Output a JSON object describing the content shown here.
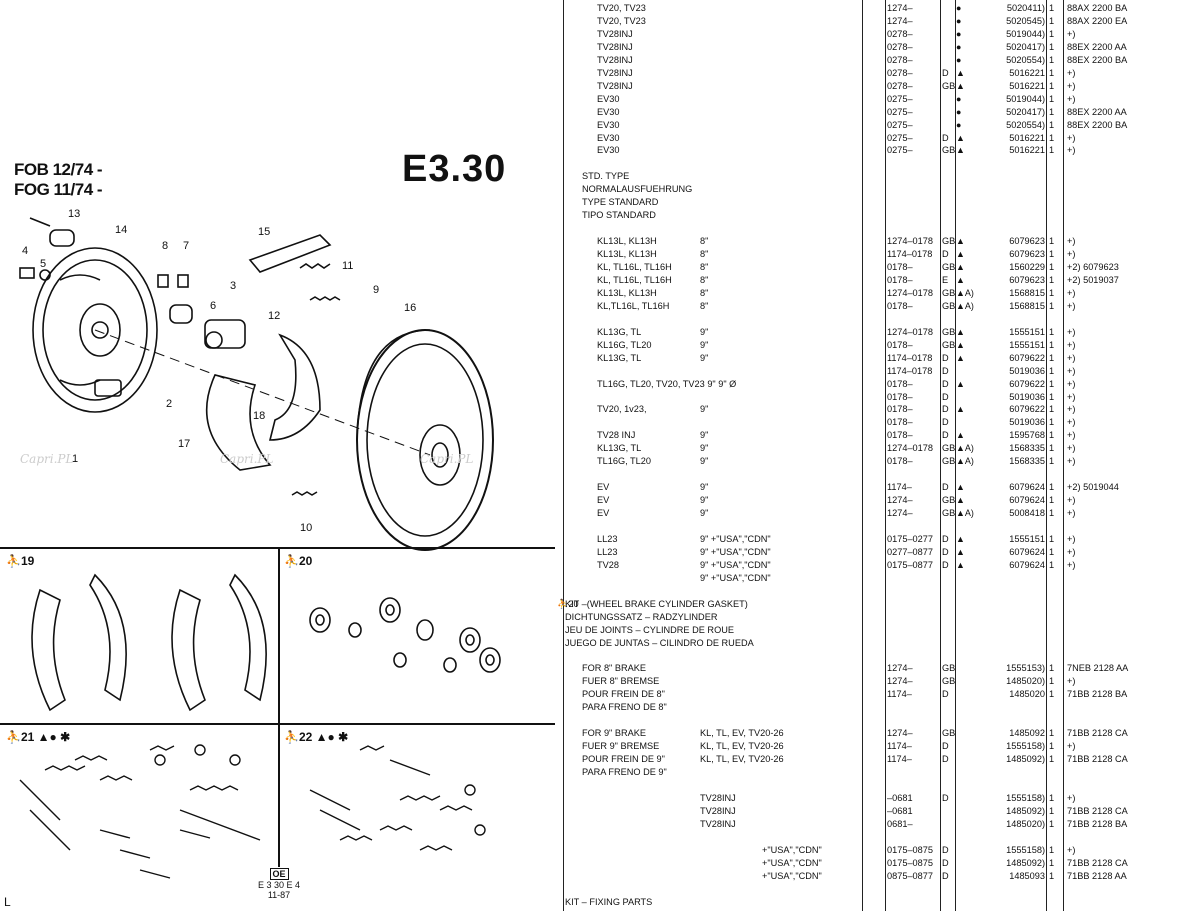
{
  "header": {
    "models": [
      "FOB 12/74 -",
      "FOG 11/74 -"
    ],
    "page_code": "E3.30"
  },
  "diagram": {
    "callouts": [
      "1",
      "2",
      "3",
      "4",
      "5",
      "6",
      "7",
      "8",
      "9",
      "10",
      "11",
      "12",
      "13",
      "14",
      "15",
      "16",
      "17",
      "18"
    ],
    "panel_labels": [
      "⛹19",
      "⛹20",
      "⛹21 ▲● ✱",
      "⛹22 ▲● ✱"
    ],
    "footer_box": "OE",
    "footer_lines": [
      "E 3 30 E 4",
      "11-87"
    ],
    "corner_mark": "L",
    "watermark": "Capri.PL"
  },
  "table": {
    "rows": [
      {
        "desc": "TV20, TV23",
        "date": "1274–",
        "sym": "●",
        "part": "5020411)",
        "qty": "1",
        "note": "88AX 2200 BA"
      },
      {
        "desc": "TV20, TV23",
        "date": "1274–",
        "sym": "●",
        "part": "5020545)",
        "qty": "1",
        "note": "88AX 2200 EA"
      },
      {
        "desc": "TV28INJ",
        "date": "0278–",
        "sym": "●",
        "part": "5019044)",
        "qty": "1",
        "note": "+)"
      },
      {
        "desc": "TV28INJ",
        "date": "0278–",
        "sym": "●",
        "part": "5020417)",
        "qty": "1",
        "note": "88EX 2200 AA"
      },
      {
        "desc": "TV28INJ",
        "date": "0278–",
        "sym": "●",
        "part": "5020554)",
        "qty": "1",
        "note": "88EX 2200 BA"
      },
      {
        "desc": "TV28INJ",
        "date": "0278–",
        "mkt": "D",
        "sym": "▲",
        "part": "5016221",
        "qty": "1",
        "note": "+)"
      },
      {
        "desc": "TV28INJ",
        "date": "0278–",
        "mkt": "GB",
        "sym": "▲",
        "part": "5016221",
        "qty": "1",
        "note": "+)"
      },
      {
        "desc": "EV30",
        "date": "0275–",
        "sym": "●",
        "part": "5019044)",
        "qty": "1",
        "note": "+)"
      },
      {
        "desc": "EV30",
        "date": "0275–",
        "sym": "●",
        "part": "5020417)",
        "qty": "1",
        "note": "88EX 2200 AA"
      },
      {
        "desc": "EV30",
        "date": "0275–",
        "sym": "●",
        "part": "5020554)",
        "qty": "1",
        "note": "88EX 2200 BA"
      },
      {
        "desc": "EV30",
        "date": "0275–",
        "mkt": "D",
        "sym": "▲",
        "part": "5016221",
        "qty": "1",
        "note": "+)"
      },
      {
        "desc": "EV30",
        "date": "0275–",
        "mkt": "GB",
        "sym": "▲",
        "part": "5016221",
        "qty": "1",
        "note": "+)"
      },
      {
        "gap": true
      },
      {
        "head": "STD. TYPE"
      },
      {
        "head": "NORMALAUSFUEHRUNG"
      },
      {
        "head": "TYPE STANDARD"
      },
      {
        "head": "TIPO STANDARD"
      },
      {
        "gap": true
      },
      {
        "desc2": "KL13L, KL13H",
        "size": "8\"",
        "date": "1274–0178",
        "mkt": "GB",
        "sym": "▲",
        "part": "6079623",
        "qty": "1",
        "note": "+)"
      },
      {
        "desc2": "KL13L, KL13H",
        "size": "8\"",
        "date": "1174–0178",
        "mkt": "D",
        "sym": "▲",
        "part": "6079623",
        "qty": "1",
        "note": "+)"
      },
      {
        "desc2": "KL, TL16L, TL16H",
        "size": "8\"",
        "date": "0178–",
        "mkt": "GB",
        "sym": "▲",
        "part": "1560229",
        "qty": "1",
        "note": "+2) 6079623"
      },
      {
        "desc2": "KL, TL16L, TL16H",
        "size": "8\"",
        "date": "0178–",
        "mkt": "E",
        "sym": "▲",
        "part": "6079623",
        "qty": "1",
        "note": "+2) 5019037"
      },
      {
        "desc2": "KL13L, KL13H",
        "size": "8\"",
        "date": "1274–0178",
        "mkt": "GB",
        "sym": "▲A)",
        "part": "1568815",
        "qty": "1",
        "note": "+)"
      },
      {
        "desc2": "KL,TL16L, TL16H",
        "size": "8\"",
        "date": "0178–",
        "mkt": "GB",
        "sym": "▲A)",
        "part": "1568815",
        "qty": "1",
        "note": "+)"
      },
      {
        "gap": true
      },
      {
        "desc2": "KL13G, TL",
        "size": "9\"",
        "date": "1274–0178",
        "mkt": "GB",
        "sym": "▲",
        "part": "1555151",
        "qty": "1",
        "note": "+)"
      },
      {
        "desc2": "KL16G, TL20",
        "size": "9\"",
        "date": "0178–",
        "mkt": "GB",
        "sym": "▲",
        "part": "1555151",
        "qty": "1",
        "note": "+)"
      },
      {
        "desc2": "KL13G, TL",
        "size": "9\"",
        "date": "1174–0178",
        "mkt": "D",
        "sym": "▲",
        "part": "6079622",
        "qty": "1",
        "note": "+)"
      },
      {
        "date": "1174–0178",
        "mkt": "D",
        "part": "5019036",
        "qty": "1",
        "note": "+)"
      },
      {
        "desc2": "TL16G, TL20, TV20, TV23 9\" 9\" Ø",
        "date": "0178–",
        "mkt": "D",
        "sym": "▲",
        "part": "6079622",
        "qty": "1",
        "note": "+)"
      },
      {
        "date": "0178–",
        "mkt": "D",
        "part": "5019036",
        "qty": "1",
        "note": "+)"
      },
      {
        "desc2": "TV20, 1v23,",
        "size": "9\"",
        "date": "0178–",
        "mkt": "D",
        "sym": "▲",
        "part": "6079622",
        "qty": "1",
        "note": "+)"
      },
      {
        "date": "0178–",
        "mkt": "D",
        "part": "5019036",
        "qty": "1",
        "note": "+)"
      },
      {
        "desc2": "TV28 INJ",
        "size": "9\"",
        "date": "0178–",
        "mkt": "D",
        "sym": "▲",
        "part": "1595768",
        "qty": "1",
        "note": "+)"
      },
      {
        "desc2": "KL13G, TL",
        "size": "9\"",
        "date": "1274–0178",
        "mkt": "GB",
        "sym": "▲A)",
        "part": "1568335",
        "qty": "1",
        "note": "+)"
      },
      {
        "desc2": "TL16G, TL20",
        "size": "9\"",
        "date": "0178–",
        "mkt": "GB",
        "sym": "▲A)",
        "part": "1568335",
        "qty": "1",
        "note": "+)"
      },
      {
        "gap": true
      },
      {
        "desc2": "EV",
        "size": "9\"",
        "date": "1174–",
        "mkt": "D",
        "sym": "▲",
        "part": "6079624",
        "qty": "1",
        "note": "+2) 5019044"
      },
      {
        "desc2": "EV",
        "size": "9\"",
        "date": "1274–",
        "mkt": "GB",
        "sym": "▲",
        "part": "6079624",
        "qty": "1",
        "note": "+)"
      },
      {
        "desc2": "EV",
        "size": "9\"",
        "date": "1274–",
        "mkt": "GB",
        "sym": "▲A)",
        "part": "5008418",
        "qty": "1",
        "note": "+)"
      },
      {
        "gap": true
      },
      {
        "desc2": "LL23",
        "size": "9\" +\"USA\",\"CDN\"",
        "date": "0175–0277",
        "mkt": "D",
        "sym": "▲",
        "part": "1555151",
        "qty": "1",
        "note": "+)"
      },
      {
        "desc2": "LL23",
        "size": "9\" +\"USA\",\"CDN\"",
        "date": "0277–0877",
        "mkt": "D",
        "sym": "▲",
        "part": "6079624",
        "qty": "1",
        "note": "+)"
      },
      {
        "desc2": "TV28",
        "size": "9\" +\"USA\",\"CDN\"",
        "date": "0175–0877",
        "mkt": "D",
        "sym": "▲",
        "part": "6079624",
        "qty": "1",
        "note": "+)"
      },
      {
        "size": "9\" +\"USA\",\"CDN\""
      },
      {
        "gap": true
      },
      {
        "ref": "⛹20",
        "head0": "KIT –(WHEEL BRAKE CYLINDER GASKET)"
      },
      {
        "head0": "DICHTUNGSSATZ – RADZYLINDER"
      },
      {
        "head0": "JEU DE JOINTS – CYLINDRE DE ROUE"
      },
      {
        "head0": "JUEGO DE JUNTAS – CILINDRO DE RUEDA"
      },
      {
        "gap": true
      },
      {
        "head1": "FOR 8\" BRAKE",
        "date": "1274–",
        "mkt": "GB",
        "part": "1555153)",
        "qty": "1",
        "note": "7NEB 2128 AA"
      },
      {
        "head1": "FUER 8\" BREMSE",
        "date": "1274–",
        "mkt": "GB",
        "part": "1485020)",
        "qty": "1",
        "note": "+)"
      },
      {
        "head1": "POUR FREIN DE 8\"",
        "date": "1174–",
        "mkt": "D",
        "part": "1485020",
        "qty": "1",
        "note": "71BB 2128 BA"
      },
      {
        "head1": "PARA FRENO DE 8\""
      },
      {
        "gap": true
      },
      {
        "head1": "FOR 9\" BRAKE",
        "mid": "KL, TL, EV, TV20-26",
        "date": "1274–",
        "mkt": "GB",
        "part": "1485092",
        "qty": "1",
        "note": "71BB 2128 CA"
      },
      {
        "head1": "FUER 9\" BREMSE",
        "mid": "KL, TL, EV, TV20-26",
        "date": "1174–",
        "mkt": "D",
        "part": "1555158)",
        "qty": "1",
        "note": "+)"
      },
      {
        "head1": "POUR FREIN DE 9\"",
        "mid": "KL, TL, EV, TV20-26",
        "date": "1174–",
        "mkt": "D",
        "part": "1485092)",
        "qty": "1",
        "note": "71BB 2128 CA"
      },
      {
        "head1": "PARA FRENO DE 9\""
      },
      {
        "gap": true
      },
      {
        "mid2": "TV28INJ",
        "date": "–0681",
        "mkt": "D",
        "part": "1555158)",
        "qty": "1",
        "note": "+)"
      },
      {
        "mid2": "TV28INJ",
        "date": "–0681",
        "part": "1485092)",
        "qty": "1",
        "note": "71BB 2128 CA"
      },
      {
        "mid2": "TV28INJ",
        "date": "0681–",
        "part": "1485020)",
        "qty": "1",
        "note": "71BB 2128 BA"
      },
      {
        "gap": true
      },
      {
        "mid3": "+\"USA\",\"CDN\"",
        "date": "0175–0875",
        "mkt": "D",
        "part": "1555158)",
        "qty": "1",
        "note": "+)"
      },
      {
        "mid3": "+\"USA\",\"CDN\"",
        "date": "0175–0875",
        "mkt": "D",
        "part": "1485092)",
        "qty": "1",
        "note": "71BB 2128 CA"
      },
      {
        "mid3": "+\"USA\",\"CDN\"",
        "date": "0875–0877",
        "mkt": "D",
        "part": "1485093",
        "qty": "1",
        "note": "71BB 2128 AA"
      },
      {
        "gap": true
      },
      {
        "head0": "KIT – FIXING PARTS"
      }
    ]
  }
}
